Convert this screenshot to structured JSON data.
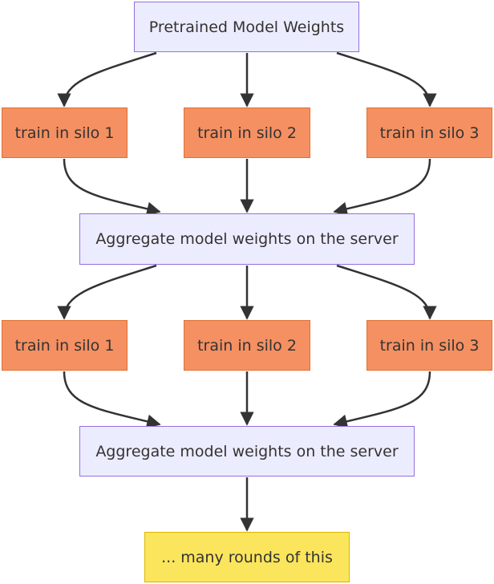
{
  "diagram": {
    "nodes": {
      "pretrained": "Pretrained Model Weights",
      "silo1_a": "train in silo 1",
      "silo2_a": "train in silo 2",
      "silo3_a": "train in silo 3",
      "aggregate_1": "Aggregate model weights on the server",
      "silo1_b": "train in silo 1",
      "silo2_b": "train in silo 2",
      "silo3_b": "train in silo 3",
      "aggregate_2": "Aggregate model weights on the server",
      "rounds": "... many rounds of this"
    },
    "edges": [
      [
        "pretrained",
        "silo1_a"
      ],
      [
        "pretrained",
        "silo2_a"
      ],
      [
        "pretrained",
        "silo3_a"
      ],
      [
        "silo1_a",
        "aggregate_1"
      ],
      [
        "silo2_a",
        "aggregate_1"
      ],
      [
        "silo3_a",
        "aggregate_1"
      ],
      [
        "aggregate_1",
        "silo1_b"
      ],
      [
        "aggregate_1",
        "silo2_b"
      ],
      [
        "aggregate_1",
        "silo3_b"
      ],
      [
        "silo1_b",
        "aggregate_2"
      ],
      [
        "silo2_b",
        "aggregate_2"
      ],
      [
        "silo3_b",
        "aggregate_2"
      ],
      [
        "aggregate_2",
        "rounds"
      ]
    ],
    "colors": {
      "model_node_fill": "#ececff",
      "model_node_border": "#9370db",
      "silo_node_fill": "#f59062",
      "rounds_node_fill": "#fbe55d",
      "edge": "#333333",
      "text": "#333333"
    }
  }
}
